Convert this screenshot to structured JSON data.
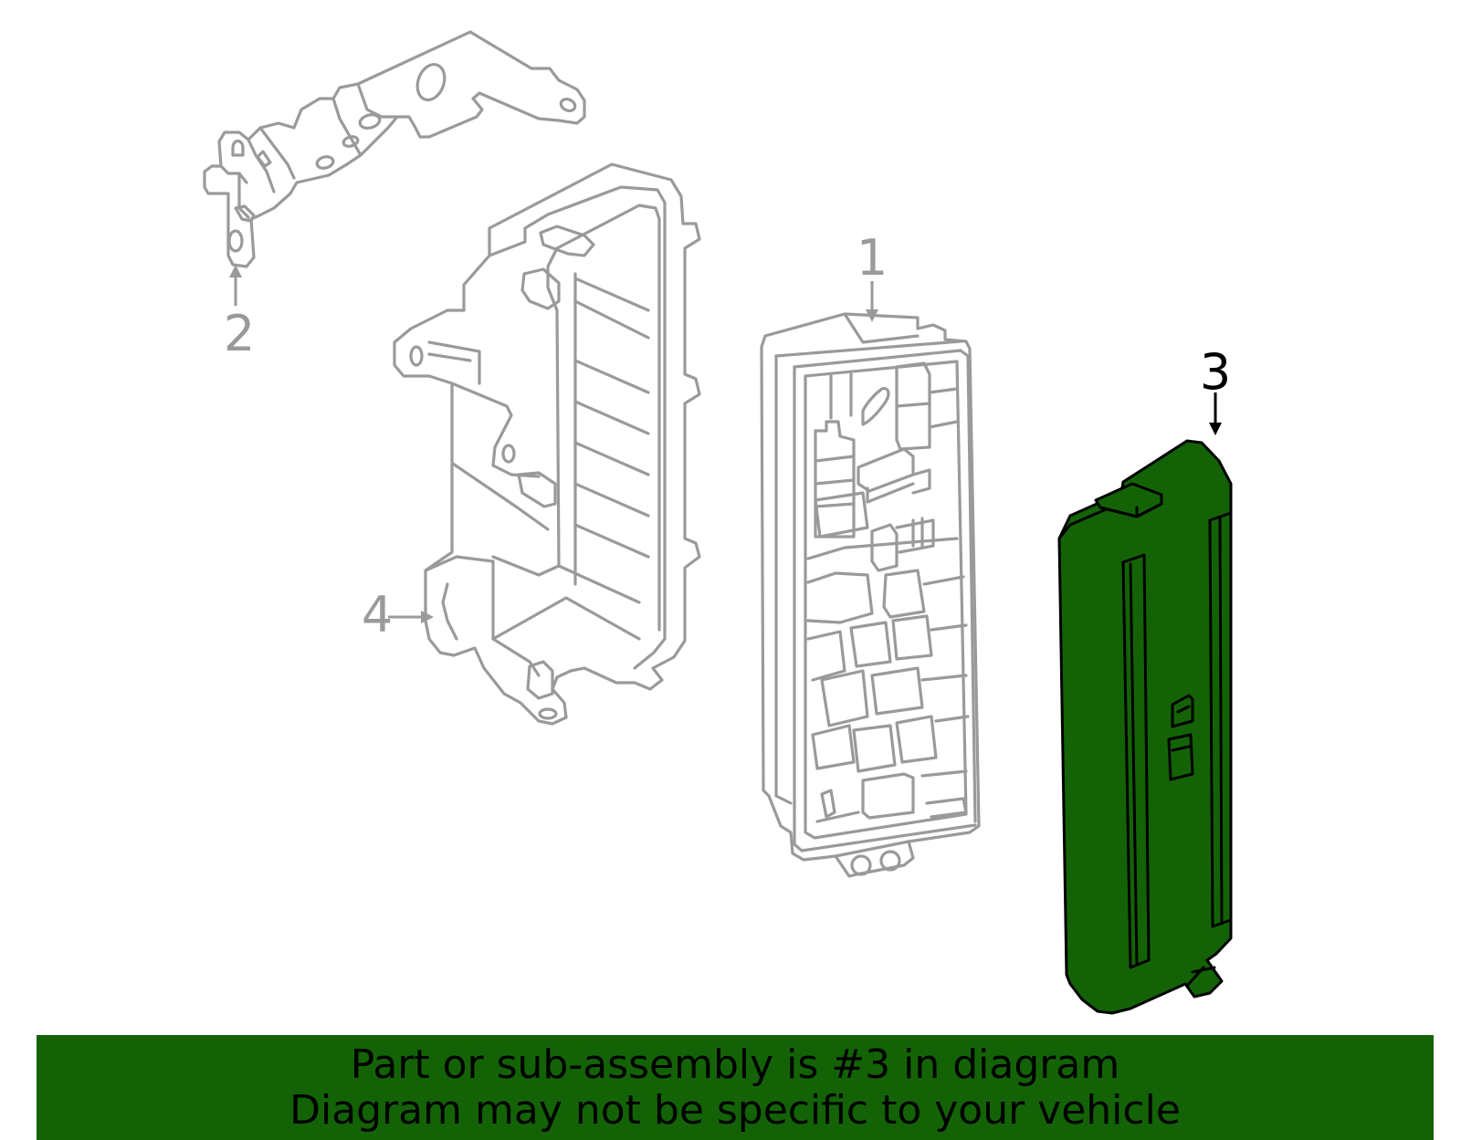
{
  "colors": {
    "faded_line": "#9a9a9a",
    "highlight_fill": "#136306",
    "highlight_line": "#000000",
    "caption_bar": "#136306",
    "caption_text": "#000000",
    "background": "#ffffff"
  },
  "callouts": [
    {
      "id": "part-1",
      "label": "1",
      "highlighted": false
    },
    {
      "id": "part-2",
      "label": "2",
      "highlighted": false
    },
    {
      "id": "part-3",
      "label": "3",
      "highlighted": true
    },
    {
      "id": "part-4",
      "label": "4",
      "highlighted": false
    }
  ],
  "caption": {
    "line1": "Part or sub-assembly is #3 in diagram",
    "line2": "Diagram may not be specific to your vehicle"
  }
}
